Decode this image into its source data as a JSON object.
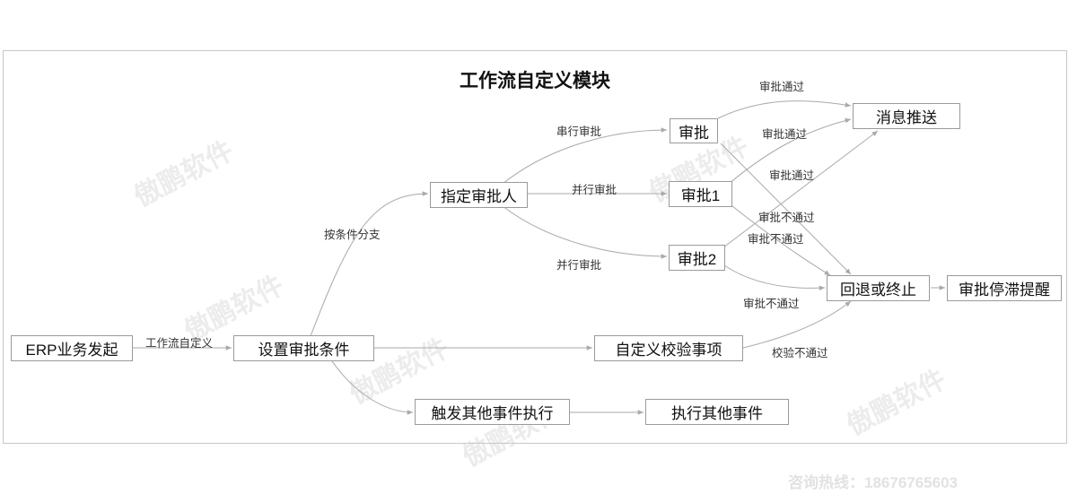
{
  "title": "工作流自定义模块",
  "nodes": [
    {
      "id": "start",
      "label": "ERP业务发起"
    },
    {
      "id": "cond",
      "label": "设置审批条件"
    },
    {
      "id": "assign",
      "label": "指定审批人"
    },
    {
      "id": "approve",
      "label": "审批"
    },
    {
      "id": "approve1",
      "label": "审批1"
    },
    {
      "id": "approve2",
      "label": "审批2"
    },
    {
      "id": "push",
      "label": "消息推送"
    },
    {
      "id": "rollback",
      "label": "回退或终止"
    },
    {
      "id": "reminder",
      "label": "审批停滞提醒"
    },
    {
      "id": "custom_check",
      "label": "自定义校验事项"
    },
    {
      "id": "trigger",
      "label": "触发其他事件执行"
    },
    {
      "id": "exec_other",
      "label": "执行其他事件"
    }
  ],
  "edges": [
    {
      "id": "e1",
      "from": "start",
      "to": "cond",
      "label": "工作流自定义"
    },
    {
      "id": "e2",
      "from": "cond",
      "to": "assign",
      "label": "按条件分支"
    },
    {
      "id": "e3",
      "from": "assign",
      "to": "approve",
      "label": "串行审批"
    },
    {
      "id": "e4",
      "from": "assign",
      "to": "approve1",
      "label": "并行审批"
    },
    {
      "id": "e5",
      "from": "assign",
      "to": "approve2",
      "label": "并行审批"
    },
    {
      "id": "e6",
      "from": "approve",
      "to": "push",
      "label": "审批通过"
    },
    {
      "id": "e7",
      "from": "approve1",
      "to": "push",
      "label": "审批通过"
    },
    {
      "id": "e8",
      "from": "approve2",
      "to": "push",
      "label": "审批通过"
    },
    {
      "id": "e9",
      "from": "approve",
      "to": "rollback",
      "label": "审批不通过"
    },
    {
      "id": "e10",
      "from": "approve1",
      "to": "rollback",
      "label": "审批不通过"
    },
    {
      "id": "e11",
      "from": "approve2",
      "to": "rollback",
      "label": "审批不通过"
    },
    {
      "id": "e12",
      "from": "rollback",
      "to": "reminder",
      "label": ""
    },
    {
      "id": "e13",
      "from": "cond",
      "to": "custom_check",
      "label": ""
    },
    {
      "id": "e14",
      "from": "custom_check",
      "to": "rollback",
      "label": "校验不通过"
    },
    {
      "id": "e15",
      "from": "cond",
      "to": "trigger",
      "label": ""
    },
    {
      "id": "e16",
      "from": "trigger",
      "to": "exec_other",
      "label": ""
    }
  ],
  "watermark": "傲鹏软件",
  "hotline": "咨询热线：18676765603",
  "colors": {
    "edge": "#a9a9a9",
    "node_border": "#9a9a9a",
    "text": "#111111"
  }
}
